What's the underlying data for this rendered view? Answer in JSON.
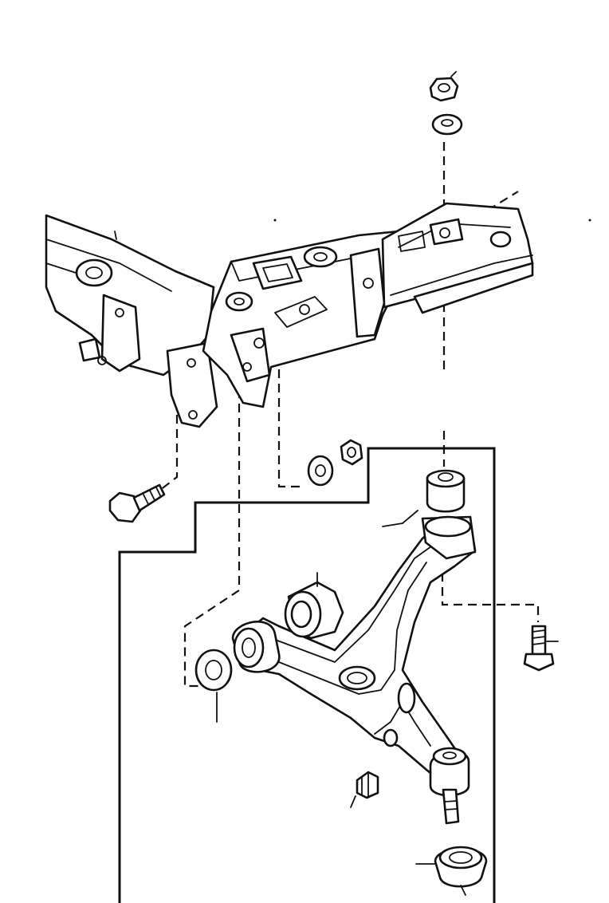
{
  "diagram": {
    "parts": [
      {
        "id": "subframe"
      },
      {
        "id": "lower-control-arm"
      },
      {
        "id": "front-bushing"
      },
      {
        "id": "rear-bushing"
      },
      {
        "id": "ball-joint"
      },
      {
        "id": "ball-joint-boot"
      },
      {
        "id": "top-nut"
      },
      {
        "id": "top-washer"
      },
      {
        "id": "left-bolt"
      },
      {
        "id": "center-washer"
      },
      {
        "id": "center-nut"
      },
      {
        "id": "right-bolt"
      },
      {
        "id": "arm-washer"
      },
      {
        "id": "castle-nut"
      }
    ],
    "colors": {
      "line": "#111111",
      "background": "#ffffff"
    }
  }
}
